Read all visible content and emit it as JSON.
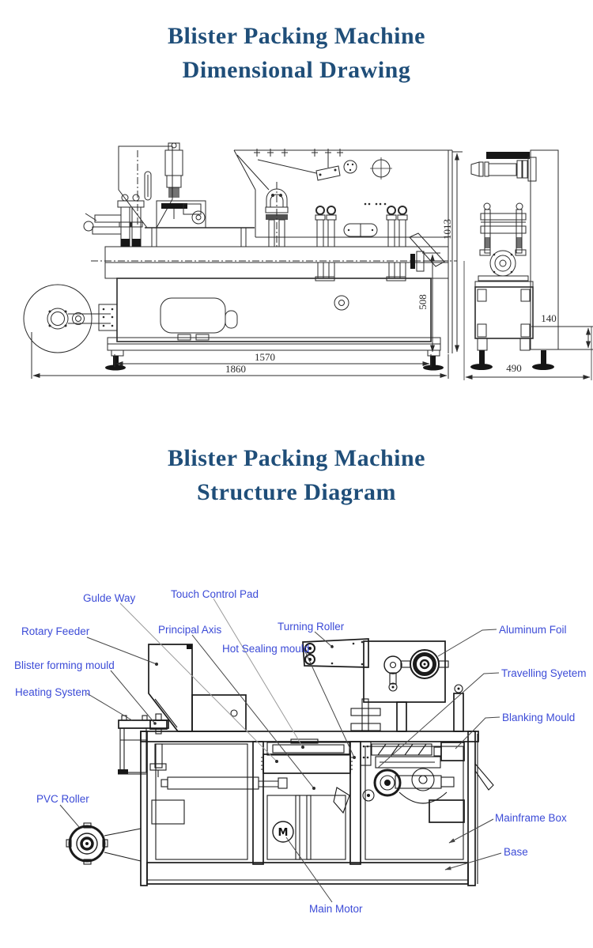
{
  "titles": {
    "dimensional": {
      "line1": "Blister Packing Machine",
      "line2": "Dimensional Drawing"
    },
    "structure": {
      "line1": "Blister Packing Machine",
      "line2": "Structure Diagram"
    }
  },
  "colors": {
    "title_blue": "#1f4e79",
    "label_blue": "#3c4bd7",
    "drawing_line": "#2b2b2b",
    "background": "#ffffff"
  },
  "dimensional_drawing": {
    "dimensions": {
      "overall_height": "1013",
      "bed_height": "508",
      "foot_offset": "140",
      "bed_span": "1570",
      "overall_span": "1860",
      "side_width": "490"
    }
  },
  "structure_diagram": {
    "motor_letter": "M",
    "labels": {
      "gulde_way": "Gulde Way",
      "touch_control_pad": "Touch Control Pad",
      "rotary_feeder": "Rotary Feeder",
      "principal_axis": "Principal Axis",
      "turning_roller": "Turning Roller",
      "hot_sealing_mould": "Hot Sealing mould",
      "aluminum_foil": "Aluminum Foil",
      "blister_forming_mould": "Blister forming mould",
      "travelling_syetem": "Travelling Syetem",
      "heating_system": "Heating System",
      "blanking_mould": "Blanking Mould",
      "pvc_roller": "PVC Roller",
      "mainframe_box": "Mainframe Box",
      "base": "Base",
      "main_motor": "Main Motor"
    }
  }
}
